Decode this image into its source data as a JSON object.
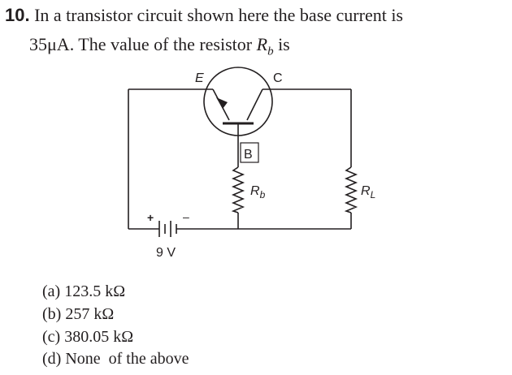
{
  "question": {
    "number": "10.",
    "line1": "In a transistor circuit shown here the base current is",
    "line2_value": "35μA",
    "line2_text": ". The value of the resistor",
    "resistor_symbol": "R",
    "resistor_subscript": "b",
    "line2_end": "is"
  },
  "circuit": {
    "emitter_label": "E",
    "collector_label": "C",
    "base_label": "B",
    "rb_symbol": "R",
    "rb_subscript": "b",
    "rl_symbol": "R",
    "rl_subscript": "L",
    "battery_plus": "+",
    "battery_minus": "–",
    "battery_voltage": "9 V"
  },
  "options": [
    "(a) 123.5 kΩ",
    "(b) 257 kΩ",
    "(c) 380.05 kΩ",
    "(d) None  of the above"
  ]
}
